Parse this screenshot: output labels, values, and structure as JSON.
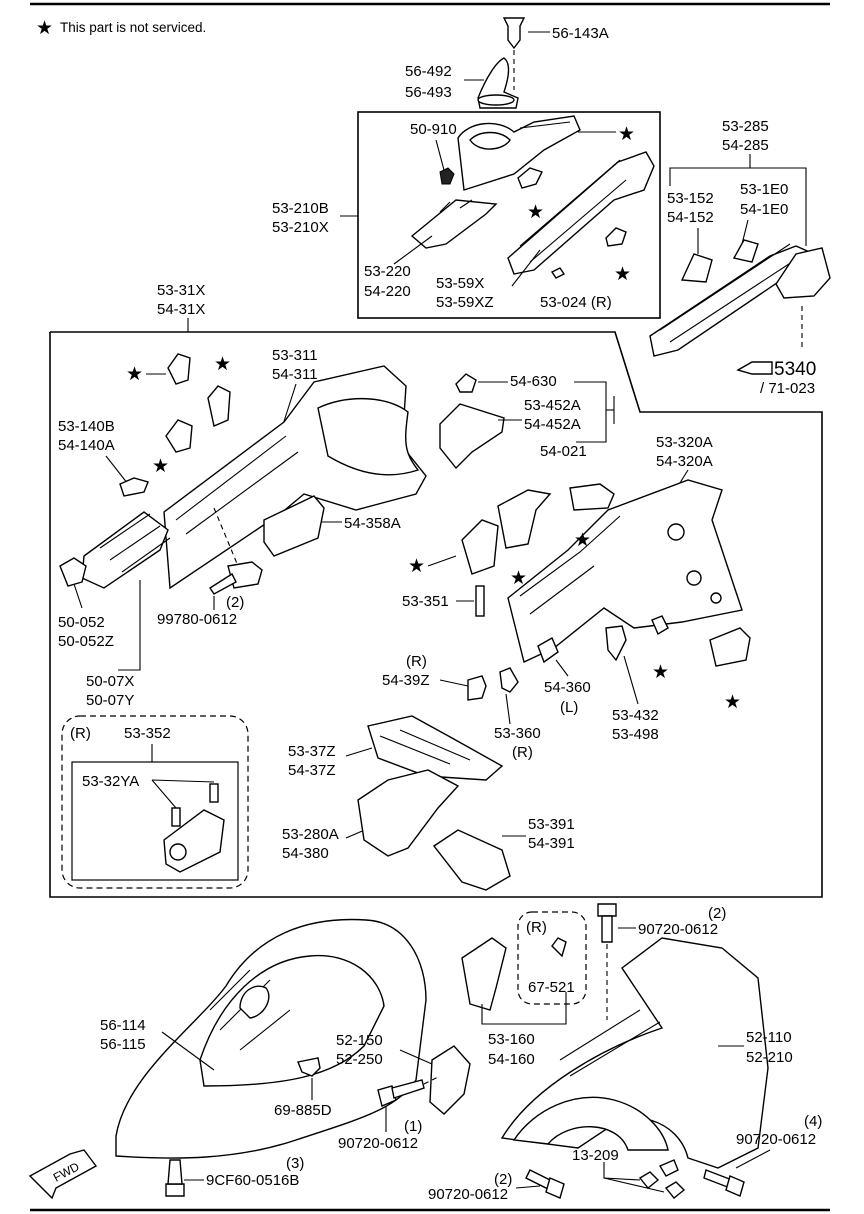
{
  "legend": {
    "star": "★",
    "note": "This part is not serviced."
  },
  "labels": {
    "l56_143A": "56-143A",
    "l56_492": "56-492",
    "l56_493": "56-493",
    "l50_910": "50-910",
    "l53_210B": "53-210B",
    "l53_210X": "53-210X",
    "l53_220": "53-220",
    "l54_220": "54-220",
    "l53_59X": "53-59X",
    "l53_59XZ": "53-59XZ",
    "l53_024R": "53-024 (R)",
    "l53_285": "53-285",
    "l54_285": "54-285",
    "l53_152": "53-152",
    "l54_152": "54-152",
    "l53_1E0": "53-1E0",
    "l54_1E0": "54-1E0",
    "l5340": "5340",
    "l71_023": "/ 71-023",
    "l53_31X": "53-31X",
    "l54_31X": "54-31X",
    "l53_311": "53-311",
    "l54_311": "54-311",
    "l53_140B": "53-140B",
    "l54_140A": "54-140A",
    "l54_630": "54-630",
    "l53_452A": "53-452A",
    "l54_452A": "54-452A",
    "l54_021": "54-021",
    "l53_320A": "53-320A",
    "l54_320A": "54-320A",
    "l54_358A": "54-358A",
    "l99780_qty": "(2)",
    "l99780": "99780-0612",
    "l53_351": "53-351",
    "l50_052": "50-052",
    "l50_052Z": "50-052Z",
    "l50_07X": "50-07X",
    "l50_07Y": "50-07Y",
    "l54_39Z_R": "(R)",
    "l54_39Z": "54-39Z",
    "l54_360": "54-360",
    "l54_360_L": "(L)",
    "l53_360": "53-360",
    "l53_360_R": "(R)",
    "l53_432": "53-432",
    "l53_498": "53-498",
    "rbox_R": "(R)",
    "l53_352": "53-352",
    "l53_32YA": "53-32YA",
    "l53_37Z": "53-37Z",
    "l54_37Z": "54-37Z",
    "l53_280A": "53-280A",
    "l54_380": "54-380",
    "l53_391": "53-391",
    "l54_391": "54-391",
    "l90720_top_qty": "(2)",
    "l90720_top": "90720-0612",
    "l67_521_R": "(R)",
    "l67_521": "67-521",
    "l56_114": "56-114",
    "l56_115": "56-115",
    "l52_150": "52-150",
    "l52_250": "52-250",
    "l53_160": "53-160",
    "l54_160": "54-160",
    "l52_110": "52-110",
    "l52_210": "52-210",
    "l69_885D": "69-885D",
    "l90720_mid_qty": "(1)",
    "l90720_mid": "90720-0612",
    "l90720_right_qty": "(4)",
    "l90720_right": "90720-0612",
    "l13_209": "13-209",
    "l9CF60_qty": "(3)",
    "l9CF60": "9CF60-0516B",
    "l90720_bot_qty": "(2)",
    "l90720_bot": "90720-0612",
    "fwd": "FWD"
  }
}
